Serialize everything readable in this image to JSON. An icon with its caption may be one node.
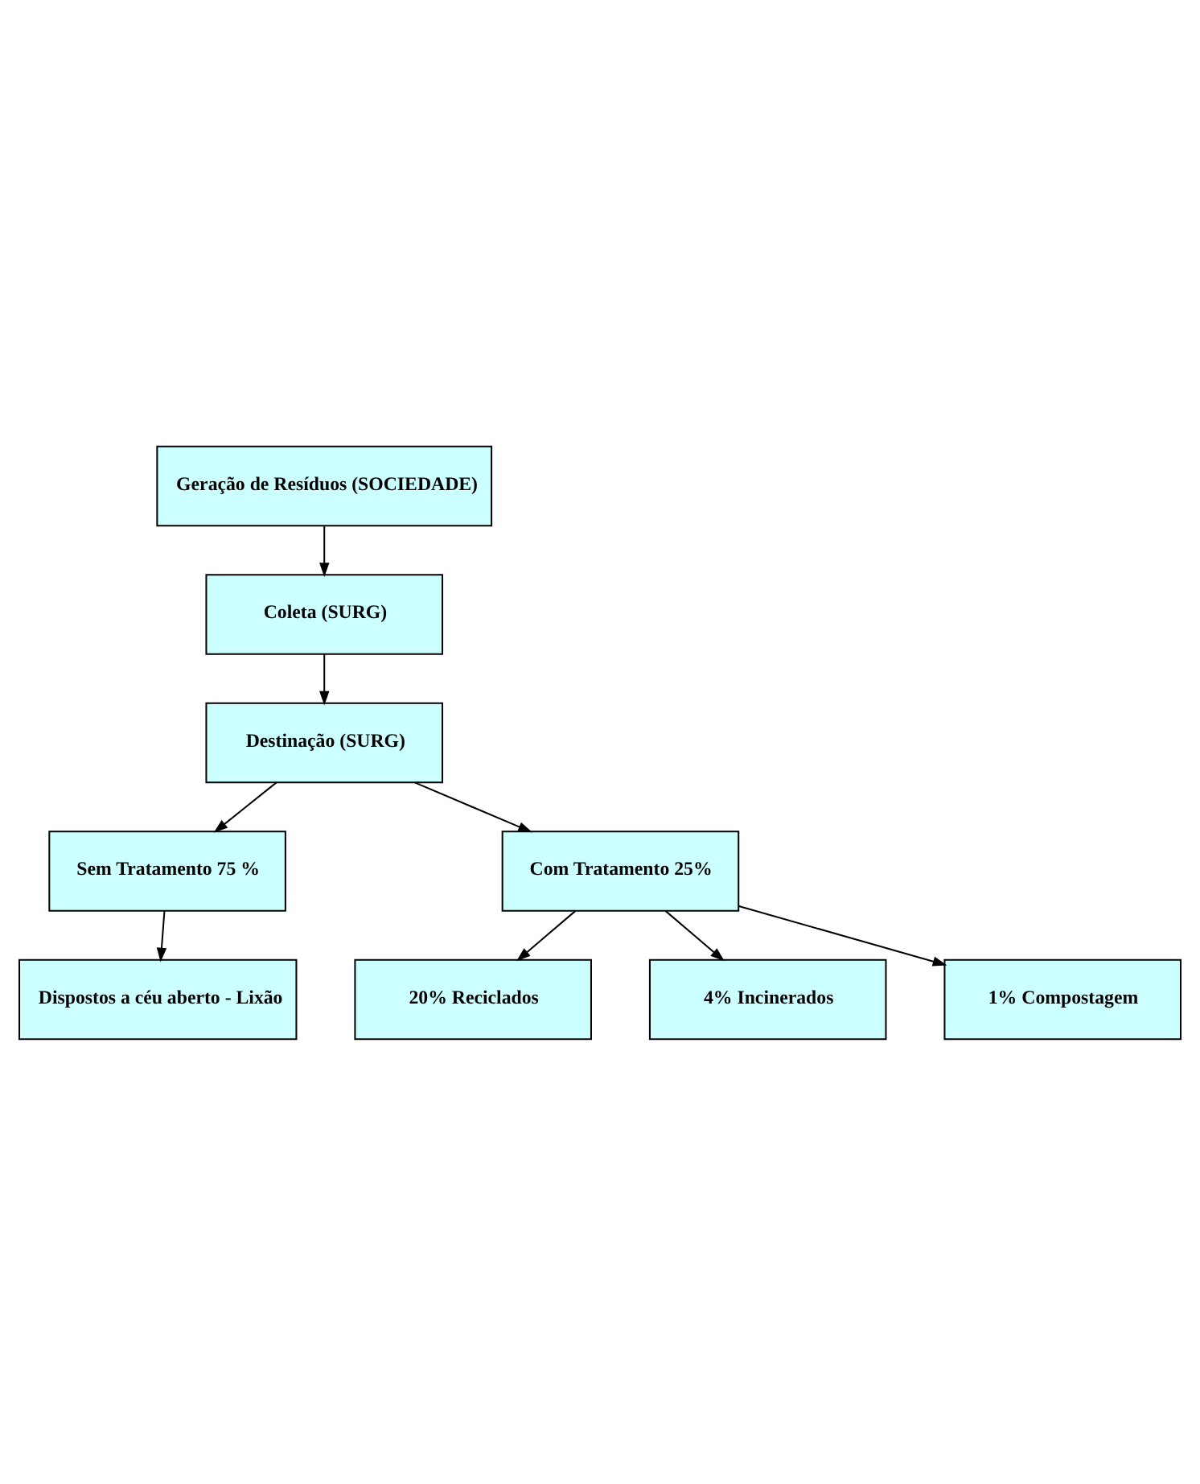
{
  "diagram": {
    "nodes": [
      {
        "text": [
          "Geração de Resíduos (SOCIEDADE)"
        ]
      },
      {
        "text": [
          "Coleta (SURG)"
        ]
      },
      {
        "text": [
          "Destinação (SURG)"
        ]
      },
      {
        "text": [
          "Sem Tratamento 75 %"
        ]
      },
      {
        "text": [
          "Com Tratamento 25%"
        ]
      },
      {
        "text": [
          "20% Reciclados"
        ]
      },
      {
        "text": [
          "4% Incinerados"
        ]
      },
      {
        "text": [
          "Dispostos a céu aberto - Lixão"
        ]
      },
      {
        "text": [
          "1% Compostagem"
        ]
      }
    ],
    "edges": [
      {
        "from": 0,
        "to": 1,
        "arrow": "to"
      },
      {
        "from": 1,
        "to": 2,
        "arrow": "to"
      },
      {
        "from": 2,
        "to": 3,
        "arrow": "to"
      },
      {
        "from": 2,
        "to": 4,
        "arrow": "to"
      },
      {
        "from": 3,
        "to": 7,
        "arrow": "to"
      },
      {
        "from": 4,
        "to": 5,
        "arrow": "to"
      },
      {
        "from": 4,
        "to": 6,
        "arrow": "to"
      },
      {
        "from": 4,
        "to": 8,
        "arrow": "to"
      }
    ]
  }
}
